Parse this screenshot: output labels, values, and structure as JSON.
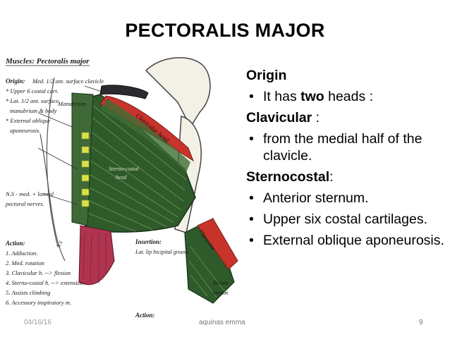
{
  "slide": {
    "title": "PECTORALIS MAJOR",
    "origin_heading": "Origin",
    "two_heads": {
      "before": "It has ",
      "bold": "two",
      "after": " heads :"
    },
    "clavicular_heading": {
      "bold": "Clavicular",
      "after": " :"
    },
    "clavicular_point": "from the medial half of the clavicle.",
    "sternocostal_heading": {
      "bold": "Sternocostal",
      "after": ":"
    },
    "sternocostal_points": [
      "Anterior sternum.",
      "Upper six costal cartilages.",
      "External oblique aponeurosis."
    ],
    "bullet_glyph": "•"
  },
  "footer": {
    "date": "04/16/16",
    "author": "aquinas emma",
    "page": "9"
  },
  "figure": {
    "header": "Muscles:  Pectoralis major",
    "origin_label": "Origin:",
    "origin_lines": [
      "Med. 1/2 ant. surface clavicle",
      "* Upper 6 costal cart.",
      "* Lat. 1/2 ant. surface",
      "manubrium & body",
      "* External oblique",
      "aponeurosis."
    ],
    "manubrium": "Manubrium",
    "clavicular_head": "Clavicular head",
    "sterno_costal_head": "Sterno-costal",
    "sterno_head": "head",
    "nerve_lines": [
      "N.S - med. + lateral",
      "pectoral nerves."
    ],
    "action_label": "Action:",
    "action_lines": [
      "1. Adduction.",
      "2. Med. rotation",
      "3. Clavicular h. --> flexion",
      "4. Sterno-costal h. --> extension",
      "5. Assists climbing",
      "6. Accessory inspiratory m."
    ],
    "insertion_label": "Insertion:",
    "insertion_line": "Lat. lip bicipital groove",
    "clavicular_small": "Clavicular",
    "bi_lam": "Bi-lam",
    "tendon": "tendon",
    "action2_label": "Action:",
    "ns": "N.S"
  },
  "colors": {
    "muscle_green": "#2f5a2a",
    "tendon_red": "#c8332c",
    "cartilage_yellow": "#d9e04a",
    "bone": "#f3f0e6"
  }
}
